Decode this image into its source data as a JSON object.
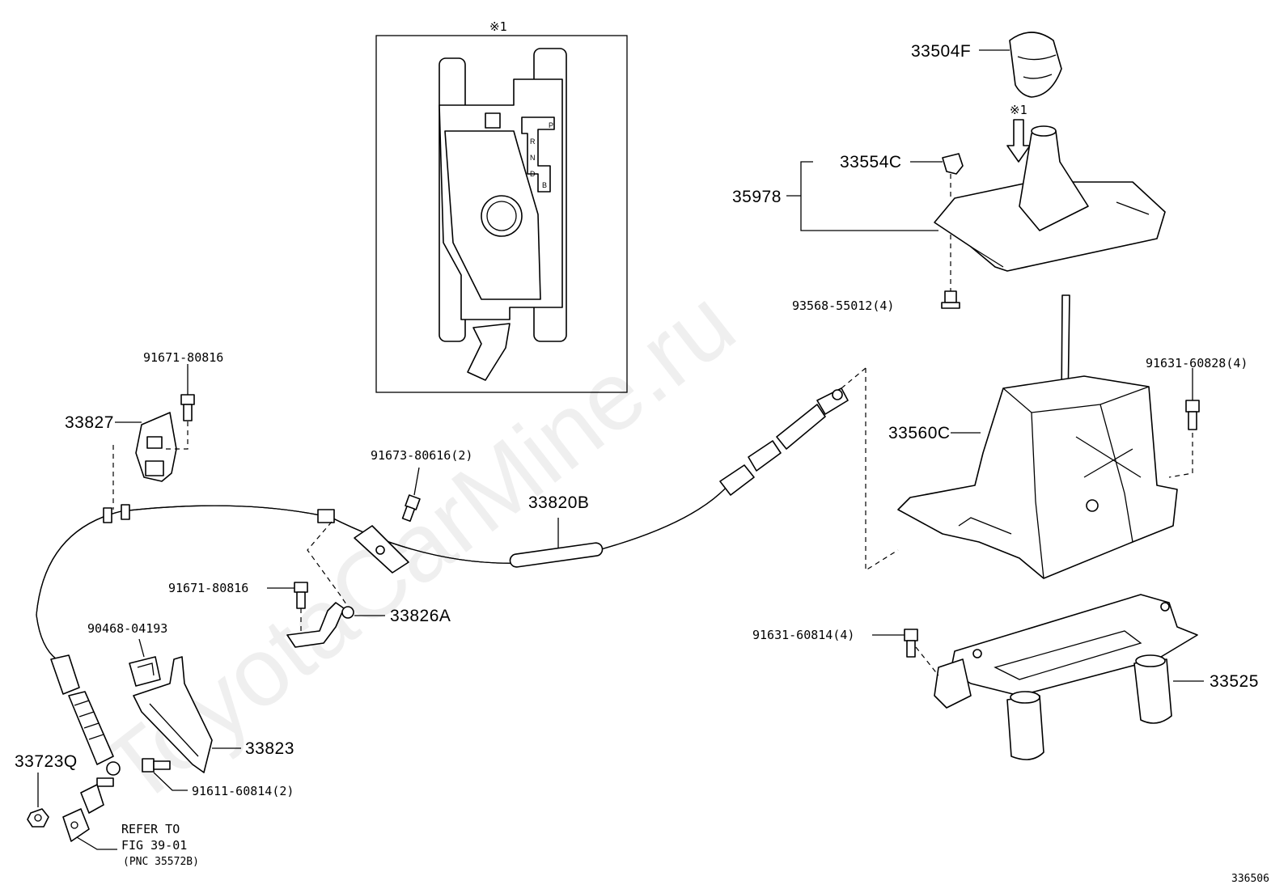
{
  "watermark": "ToyotaCarMine.ru",
  "figure_number": "336506",
  "inset": {
    "title": "※1",
    "shift_letters": [
      "P",
      "R",
      "N",
      "D",
      "B"
    ]
  },
  "callouts": {
    "p33504F": "33504F",
    "ref1": "※1",
    "p33554C": "33554C",
    "p35978": "35978",
    "p93568": "93568-55012(4)",
    "p91631_828": "91631-60828(4)",
    "p33560C": "33560C",
    "p91631_814": "91631-60814(4)",
    "p33525": "33525",
    "p91671_top": "91671-80816",
    "p33827": "33827",
    "p91673": "91673-80616(2)",
    "p33820B": "33820B",
    "p91671_mid": "91671-80816",
    "p33826A": "33826A",
    "p90468": "90468-04193",
    "p33823": "33823",
    "p33723Q": "33723Q",
    "p91611": "91611-60814(2)",
    "refer1": "REFER TO",
    "refer2": "FIG 39-01",
    "refer3": "(PNC 35572B)"
  }
}
